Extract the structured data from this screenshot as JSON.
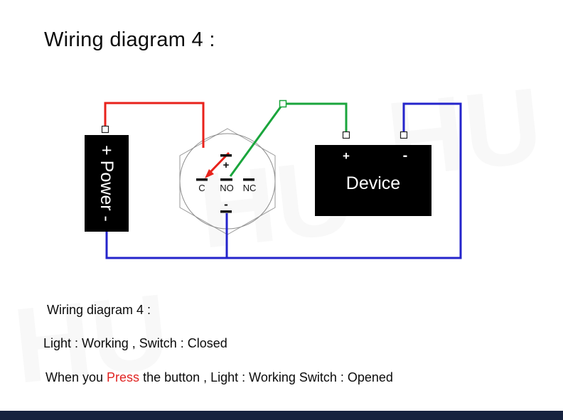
{
  "title": "Wiring diagram 4 :",
  "colors": {
    "red": "#e8221b",
    "green": "#1aa53c",
    "blue": "#2424cb",
    "block": "#000000",
    "footer": "#16233f"
  },
  "power": {
    "label": "+ Power -"
  },
  "switch": {
    "plus": "+",
    "c": "C",
    "no": "NO",
    "nc": "NC",
    "minus": "-"
  },
  "device": {
    "label": "Device",
    "plus": "+",
    "minus": "-"
  },
  "captions": {
    "line1": "Wiring diagram 4 :",
    "line2": "Light : Working , Switch : Closed",
    "line3": [
      "When you ",
      "Press",
      " the button , Light : Working Switch : Opened"
    ]
  },
  "watermark": "HU"
}
